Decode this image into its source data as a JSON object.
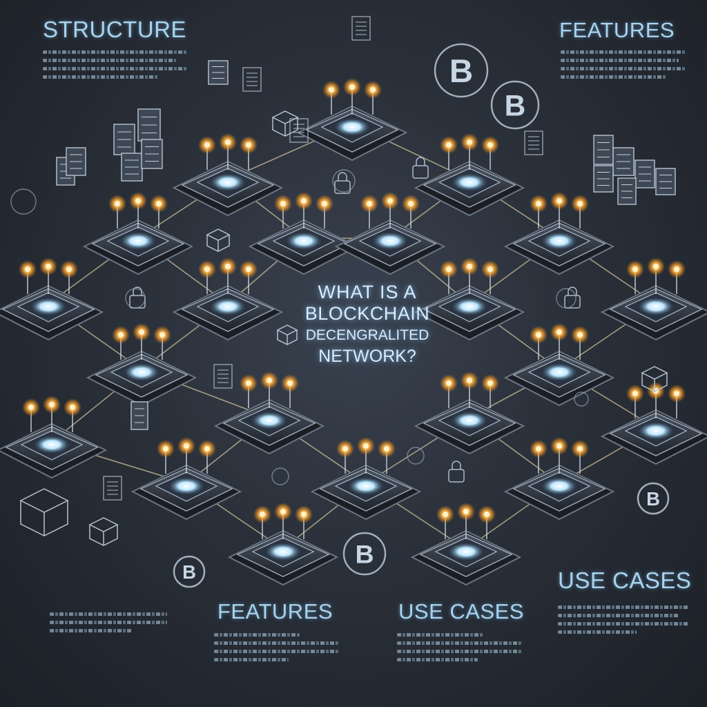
{
  "title": {
    "line1": "WHAT IS A",
    "line2": "BLOCKCHAIN",
    "line3": "DECENGRALITED",
    "line4": "NETWORK?"
  },
  "labels": {
    "structure": "STRUCTURE",
    "features_top": "FEATURES",
    "features_bottom": "FEATURES",
    "use_cases_bottom": "USE CASES",
    "use_cases_right": "USE CASES"
  },
  "coin_symbol": "B",
  "colors": {
    "background": "#2a3039",
    "node_glow": "#bfe8ff",
    "light_bulb": "#ffb347",
    "connector": "#d9c9a0",
    "label_text": "#a9d3ee"
  },
  "icons": [
    "bitcoin-coin-icon",
    "server-stack-icon",
    "document-icon",
    "cube-icon",
    "padlock-icon"
  ]
}
